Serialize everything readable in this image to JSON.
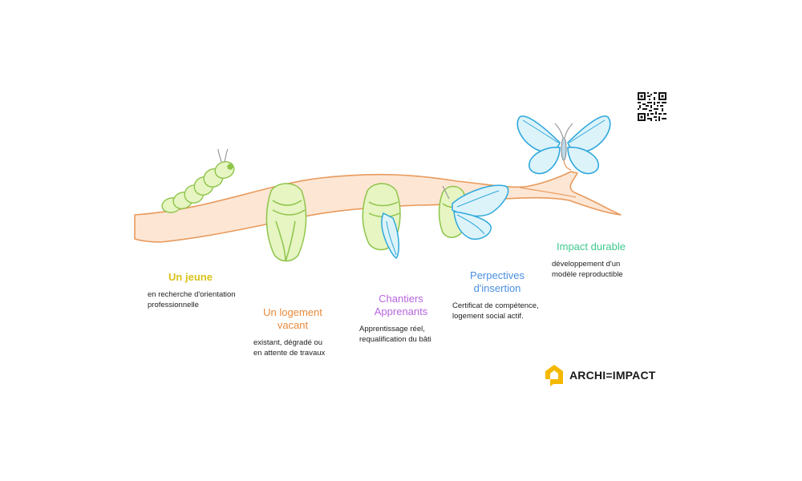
{
  "stages": [
    {
      "title": "Un jeune",
      "description": "en recherche d'orientation\nprofessionnelle",
      "color": "#d8c21a"
    },
    {
      "title": "Un logement\nvacant",
      "description": "existant, dégradé ou\nen attente de travaux",
      "color": "#e88a3c"
    },
    {
      "title": "Chantiers\nApprenants",
      "description": "Apprentissage réel,\nrequalification du bâti",
      "color": "#b866e0"
    },
    {
      "title": "Perpectives\nd'insertion",
      "description": "Certificat de compétence,\nlogement social actif.",
      "color": "#4a8fe0"
    },
    {
      "title": "Impact durable",
      "description": "développement d'un\nmodèle reproductible",
      "color": "#3fc98f"
    }
  ],
  "logo": {
    "brand_left": "ARCHI",
    "brand_sep": "=",
    "brand_right": "IMPACT",
    "accent": "#f5b800",
    "icon": "house-logo-icon"
  },
  "qr": {
    "icon": "qr-code-icon"
  },
  "colors": {
    "branch_fill": "#fde6d4",
    "branch_stroke": "#e89a5c",
    "cocoon_fill": "#e6f5c2",
    "cocoon_stroke": "#8ec44a",
    "wing_fill": "#ddf3fa",
    "wing_stroke": "#2ea8dc"
  }
}
